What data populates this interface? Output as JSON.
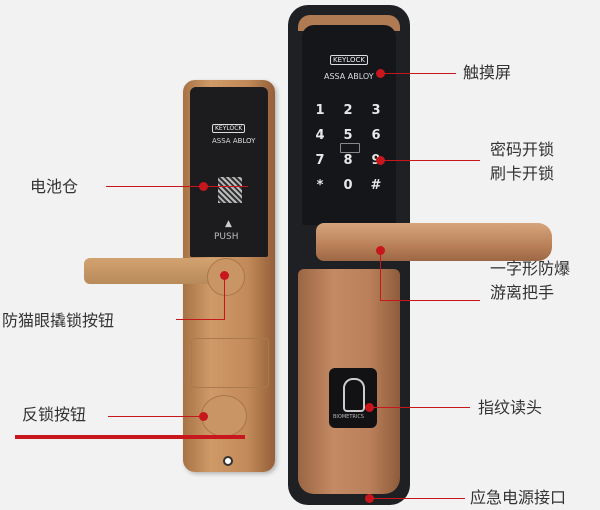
{
  "product": {
    "small_lock": {
      "logo": "KEYLOCK",
      "brand": "ASSA ABLOY",
      "push": "PUSH"
    },
    "main_lock": {
      "logo": "KEYLOCK",
      "brand": "ASSA ABLOY",
      "keypad": [
        "1",
        "2",
        "3",
        "4",
        "5",
        "6",
        "7",
        "8",
        "9",
        "*",
        "0",
        "#"
      ],
      "fingerprint_text": "BIOMETRICS"
    }
  },
  "callouts_left": {
    "battery": "电池仓",
    "anti_peephole": "防猫眼撬锁按钮",
    "deadlock_button": "反锁按钮"
  },
  "callouts_right": {
    "touchscreen": "触摸屏",
    "password_unlock": "密码开锁",
    "card_unlock": "刷卡开锁",
    "handle_line1": "一字形防爆",
    "handle_line2": "游离把手",
    "fingerprint": "指纹读头",
    "emergency_power": "应急电源接口"
  },
  "colors": {
    "accent": "#c8161d",
    "background": "#f2f2f2",
    "bronze": "#c28a58"
  }
}
